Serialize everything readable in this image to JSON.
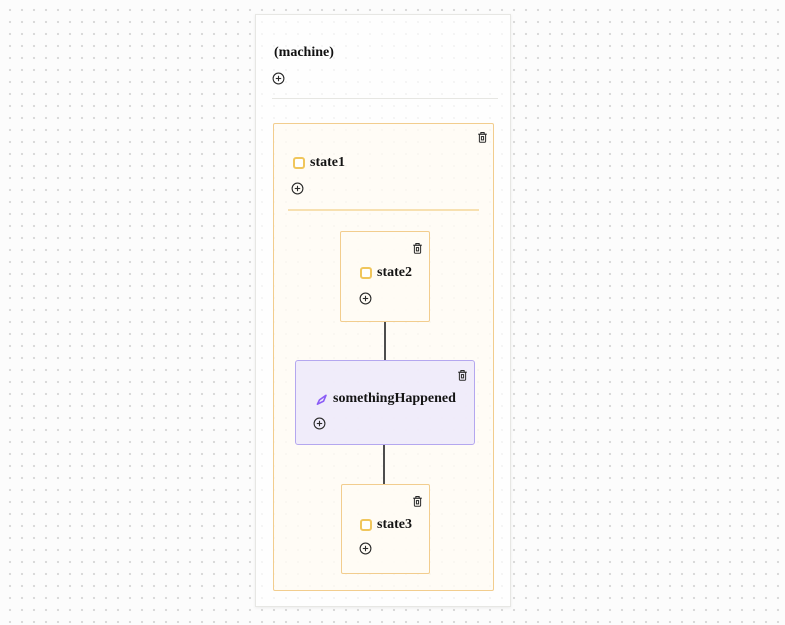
{
  "machine": {
    "title": "(machine)"
  },
  "nodes": {
    "state1": {
      "label": "state1",
      "type": "state"
    },
    "state2": {
      "label": "state2",
      "type": "state"
    },
    "somethingHappened": {
      "label": "somethingHappened",
      "type": "event"
    },
    "state3": {
      "label": "state3",
      "type": "state"
    }
  },
  "colors": {
    "state_border": "#f2cd8e",
    "state_accent": "#f0c65c",
    "state_bg": "#fffaf0",
    "event_border": "#b4a7ef",
    "event_bg": "#edeafa",
    "event_accent": "#8b5cf6",
    "connector": "#4d4d4d",
    "canvas_dot": "#d8d8d8"
  },
  "icons": {
    "add": "plus-circle-icon",
    "delete": "trash-icon",
    "state_marker": "state-square-icon",
    "event_marker": "event-arrow-icon"
  }
}
